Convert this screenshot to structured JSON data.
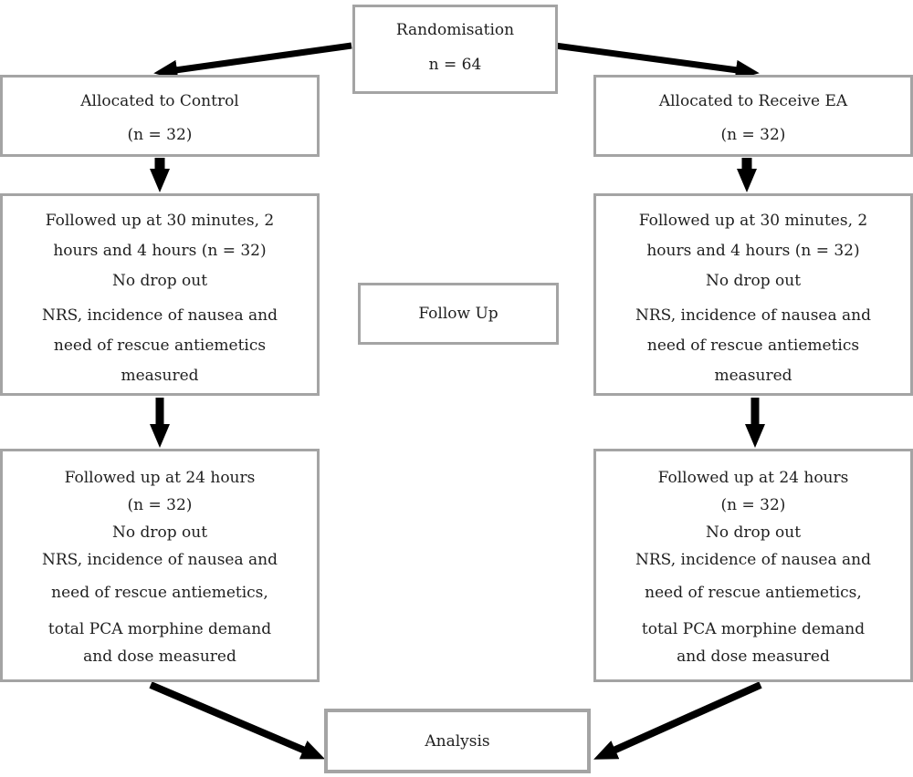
{
  "figure": {
    "type": "consort-flow-diagram",
    "colors": {
      "box_border": "#a4a4a4",
      "box_background": "#ffffff",
      "arrow": "#000000",
      "text": "#1f1f1f",
      "page_background": "#ffffff"
    }
  },
  "boxes": {
    "randomisation": {
      "lines": [
        "Randomisation",
        "n = 64"
      ]
    },
    "control_allocation": {
      "lines": [
        "Allocated to Control",
        "(n = 32)"
      ]
    },
    "ea_allocation": {
      "lines": [
        "Allocated to Receive EA",
        "(n = 32)"
      ]
    },
    "control_early_followup": {
      "lines": [
        "Followed up at 30 minutes, 2",
        "hours and 4 hours (n = 32)",
        "No drop out",
        "NRS, incidence of nausea and",
        "need of rescue antiemetics",
        "measured"
      ]
    },
    "ea_early_followup": {
      "lines": [
        "Followed up at 30 minutes, 2",
        "hours and 4 hours (n = 32)",
        "No drop out",
        "NRS, incidence of nausea and",
        "need of rescue antiemetics",
        "measured"
      ]
    },
    "followup_label": {
      "lines": [
        "Follow Up"
      ]
    },
    "control_24h_followup": {
      "lines": [
        "Followed up at 24 hours",
        "(n = 32)",
        "No drop out",
        "NRS, incidence of nausea and",
        "need of rescue antiemetics,",
        "total PCA morphine demand",
        "and dose measured"
      ]
    },
    "ea_24h_followup": {
      "lines": [
        "Followed up at 24 hours",
        "(n = 32)",
        "No drop out",
        "NRS, incidence of nausea and",
        "need of rescue antiemetics,",
        "total PCA morphine demand",
        "and dose measured"
      ]
    },
    "analysis": {
      "lines": [
        "Analysis"
      ]
    }
  }
}
